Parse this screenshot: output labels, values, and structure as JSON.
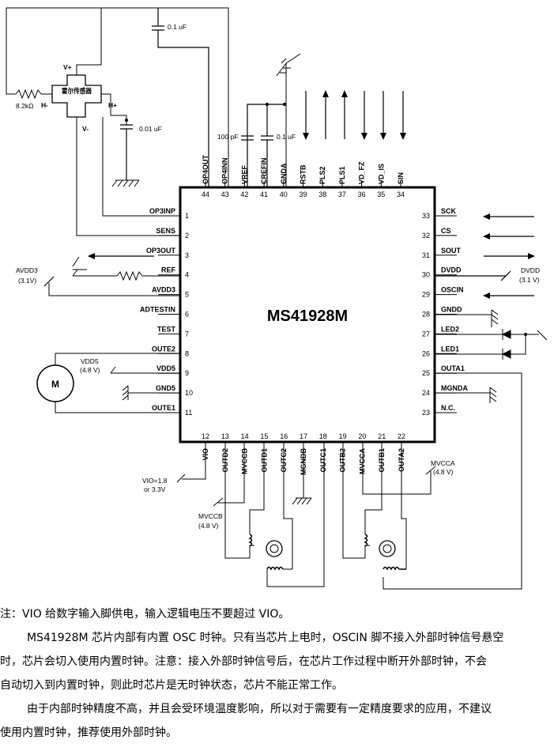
{
  "chip": {
    "name": "MS41928M",
    "left_pins": [
      {
        "num": "1",
        "name": "OP3INP"
      },
      {
        "num": "2",
        "name": "SENS"
      },
      {
        "num": "3",
        "name": "OP3OUT"
      },
      {
        "num": "4",
        "name": "REF"
      },
      {
        "num": "5",
        "name": "AVDD3"
      },
      {
        "num": "6",
        "name": "ADTESTIN"
      },
      {
        "num": "7",
        "name": "TEST"
      },
      {
        "num": "8",
        "name": "OUTE2"
      },
      {
        "num": "9",
        "name": "VDD5"
      },
      {
        "num": "10",
        "name": "GND5"
      },
      {
        "num": "11",
        "name": "OUTE1"
      }
    ],
    "right_pins": [
      {
        "num": "33",
        "name": "SCK"
      },
      {
        "num": "32",
        "name": "CS"
      },
      {
        "num": "31",
        "name": "SOUT"
      },
      {
        "num": "30",
        "name": "DVDD"
      },
      {
        "num": "29",
        "name": "OSCIN"
      },
      {
        "num": "28",
        "name": "GNDD"
      },
      {
        "num": "27",
        "name": "LED2"
      },
      {
        "num": "26",
        "name": "LED1"
      },
      {
        "num": "25",
        "name": "OUTA1"
      },
      {
        "num": "24",
        "name": "MGNDA"
      },
      {
        "num": "23",
        "name": "N.C."
      }
    ],
    "top_pins": [
      {
        "num": "44",
        "name": "OP4OUT"
      },
      {
        "num": "43",
        "name": "OP4INN"
      },
      {
        "num": "42",
        "name": "VREF"
      },
      {
        "num": "41",
        "name": "CREFIN"
      },
      {
        "num": "40",
        "name": "GNDA"
      },
      {
        "num": "39",
        "name": "RSTB"
      },
      {
        "num": "38",
        "name": "PLS2"
      },
      {
        "num": "37",
        "name": "PLS1"
      },
      {
        "num": "36",
        "name": "VD_FZ"
      },
      {
        "num": "35",
        "name": "VD_IS"
      },
      {
        "num": "34",
        "name": "SIN"
      }
    ],
    "bottom_pins": [
      {
        "num": "12",
        "name": "VIO"
      },
      {
        "num": "13",
        "name": "OUTD2"
      },
      {
        "num": "14",
        "name": "MVCCB"
      },
      {
        "num": "15",
        "name": "OUTD1"
      },
      {
        "num": "16",
        "name": "OUTC2"
      },
      {
        "num": "17",
        "name": "MGNDB"
      },
      {
        "num": "18",
        "name": "OUTC1"
      },
      {
        "num": "19",
        "name": "OUTB2"
      },
      {
        "num": "20",
        "name": "MVCCA"
      },
      {
        "num": "21",
        "name": "OUTB1"
      },
      {
        "num": "22",
        "name": "OUTA2"
      }
    ]
  },
  "components": {
    "hall_sensor": "霍尔传感器",
    "hall_vplus": "V+",
    "hall_vminus": "V-",
    "hall_hminus": "H-",
    "hall_hplus": "H+",
    "resistor": "8.2kΩ",
    "cap_top": "0.1 uF",
    "cap_hall": "0.01 uF",
    "cap_vref": "100 pF",
    "cap_crefin": "0.1 uF",
    "motor": "M"
  },
  "supplies": {
    "avdd3": "AVDD3",
    "avdd3_v": "(3.1V)",
    "dvdd": "DVDD",
    "dvdd_v": "(3.1 V)",
    "vdd5": "VDD5",
    "vdd5_v": "(4.8 V)",
    "vio": "VIO=1.8",
    "vio_v": "or 3.3V",
    "mvccb": "MVCCB",
    "mvccb_v": "(4.8 V)",
    "mvcca": "MVCCA",
    "mvcca_v": "(4.8 V)"
  },
  "notes": {
    "line1": "注：VIO 给数字输入脚供电，输入逻辑电压不要超过 VIO。",
    "line2": "MS41928M 芯片内部有内置 OSC 时钟。只有当芯片上电时，OSCIN 脚不接入外部时钟信号悬空",
    "line3": "时，芯片会切入使用内置时钟。注意：接入外部时钟信号后，在芯片工作过程中断开外部时钟，不会",
    "line4": "自动切入到内置时钟，则此时芯片是无时钟状态，芯片不能正常工作。",
    "line5": "由于内部时钟精度不高，并且会受环境温度影响，所以对于需要有一定精度要求的应用，不建议",
    "line6": "使用内置时钟，推荐使用外部时钟。"
  }
}
